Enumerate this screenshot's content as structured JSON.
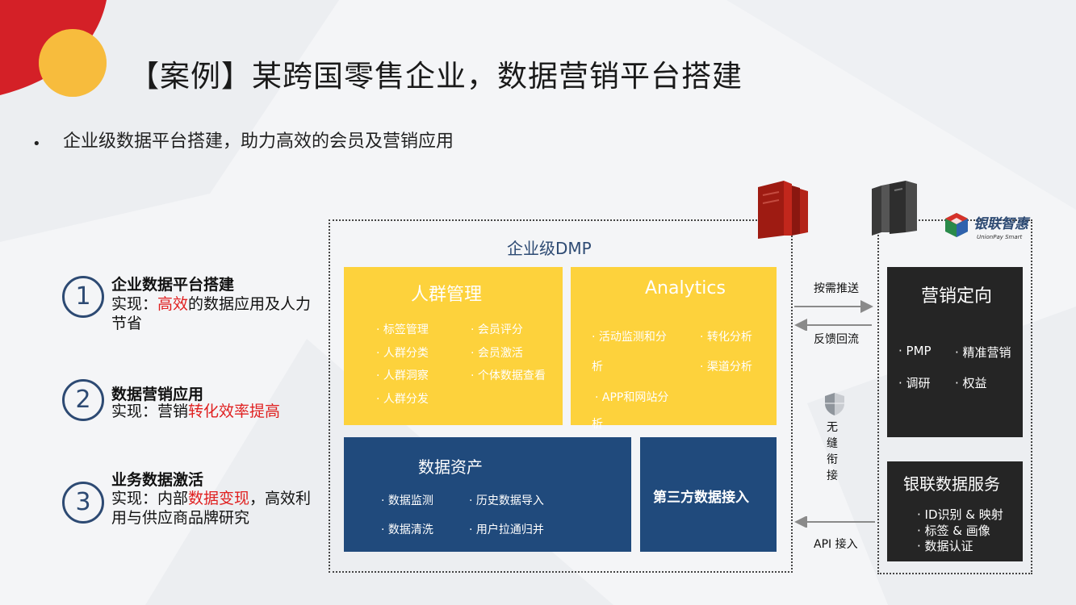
{
  "title": "【案例】某跨国零售企业，数据营销平台搭建",
  "subtitle": "企业级数据平台搭建，助力高效的会员及营销应用",
  "bullet": "•",
  "points": [
    {
      "num": "1",
      "head": "企业数据平台搭建",
      "body_prefix": "实现：",
      "body_red": "高效",
      "body_suffix": "的数据应用及人力节省"
    },
    {
      "num": "2",
      "head": "数据营销应用",
      "body_prefix": "实现：营销",
      "body_red": "转化效率提高",
      "body_suffix": ""
    },
    {
      "num": "3",
      "head": "业务数据激活",
      "body_prefix": " 实现：内部",
      "body_red": "数据变现",
      "body_suffix": "，高效利用与供应商品牌研究"
    }
  ],
  "dmp": {
    "label": "企业级DMP",
    "crowd": {
      "title": "人群管理",
      "col1": [
        "· 标签管理",
        "· 人群分类",
        "· 人群洞察",
        "· 人群分发"
      ],
      "col2": [
        "· 会员评分",
        "· 会员激活",
        "· 个体数据查看"
      ]
    },
    "analytics": {
      "title": "Analytics",
      "col1": [
        "· 活动监测和分",
        "析",
        "· APP和网站分",
        "析"
      ],
      "col2": [
        "· 转化分析",
        "· 渠道分析"
      ]
    },
    "assets": {
      "title": "数据资产",
      "col1": [
        "· 数据监测",
        "· 数据清洗"
      ],
      "col2": [
        "· 历史数据导入",
        "· 用户拉通归并"
      ]
    },
    "third": {
      "title": "第三方数据接入"
    }
  },
  "flows": {
    "push": "按需推送",
    "feedback": "反馈回流",
    "seamless": [
      "无",
      "缝",
      "衔",
      "接"
    ],
    "api": "API 接入"
  },
  "marketing": {
    "title": "营销定向",
    "items": [
      "· PMP",
      "· 精准营销",
      "· 调研",
      "· 权益"
    ]
  },
  "unionpay": {
    "title": "银联数据服务",
    "items": [
      "· ID识别 & 映射",
      "· 标签 & 画像",
      "· 数据认证"
    ]
  },
  "logo": {
    "name": "银联智惠",
    "sub": "UnionPay Smart"
  },
  "colors": {
    "accent_red": "#e02020",
    "navy": "#204a7c",
    "yellow": "#fdd23c",
    "dark": "#252525",
    "server_red": "#9e1b12",
    "server_gray": "#3a3a3a"
  }
}
